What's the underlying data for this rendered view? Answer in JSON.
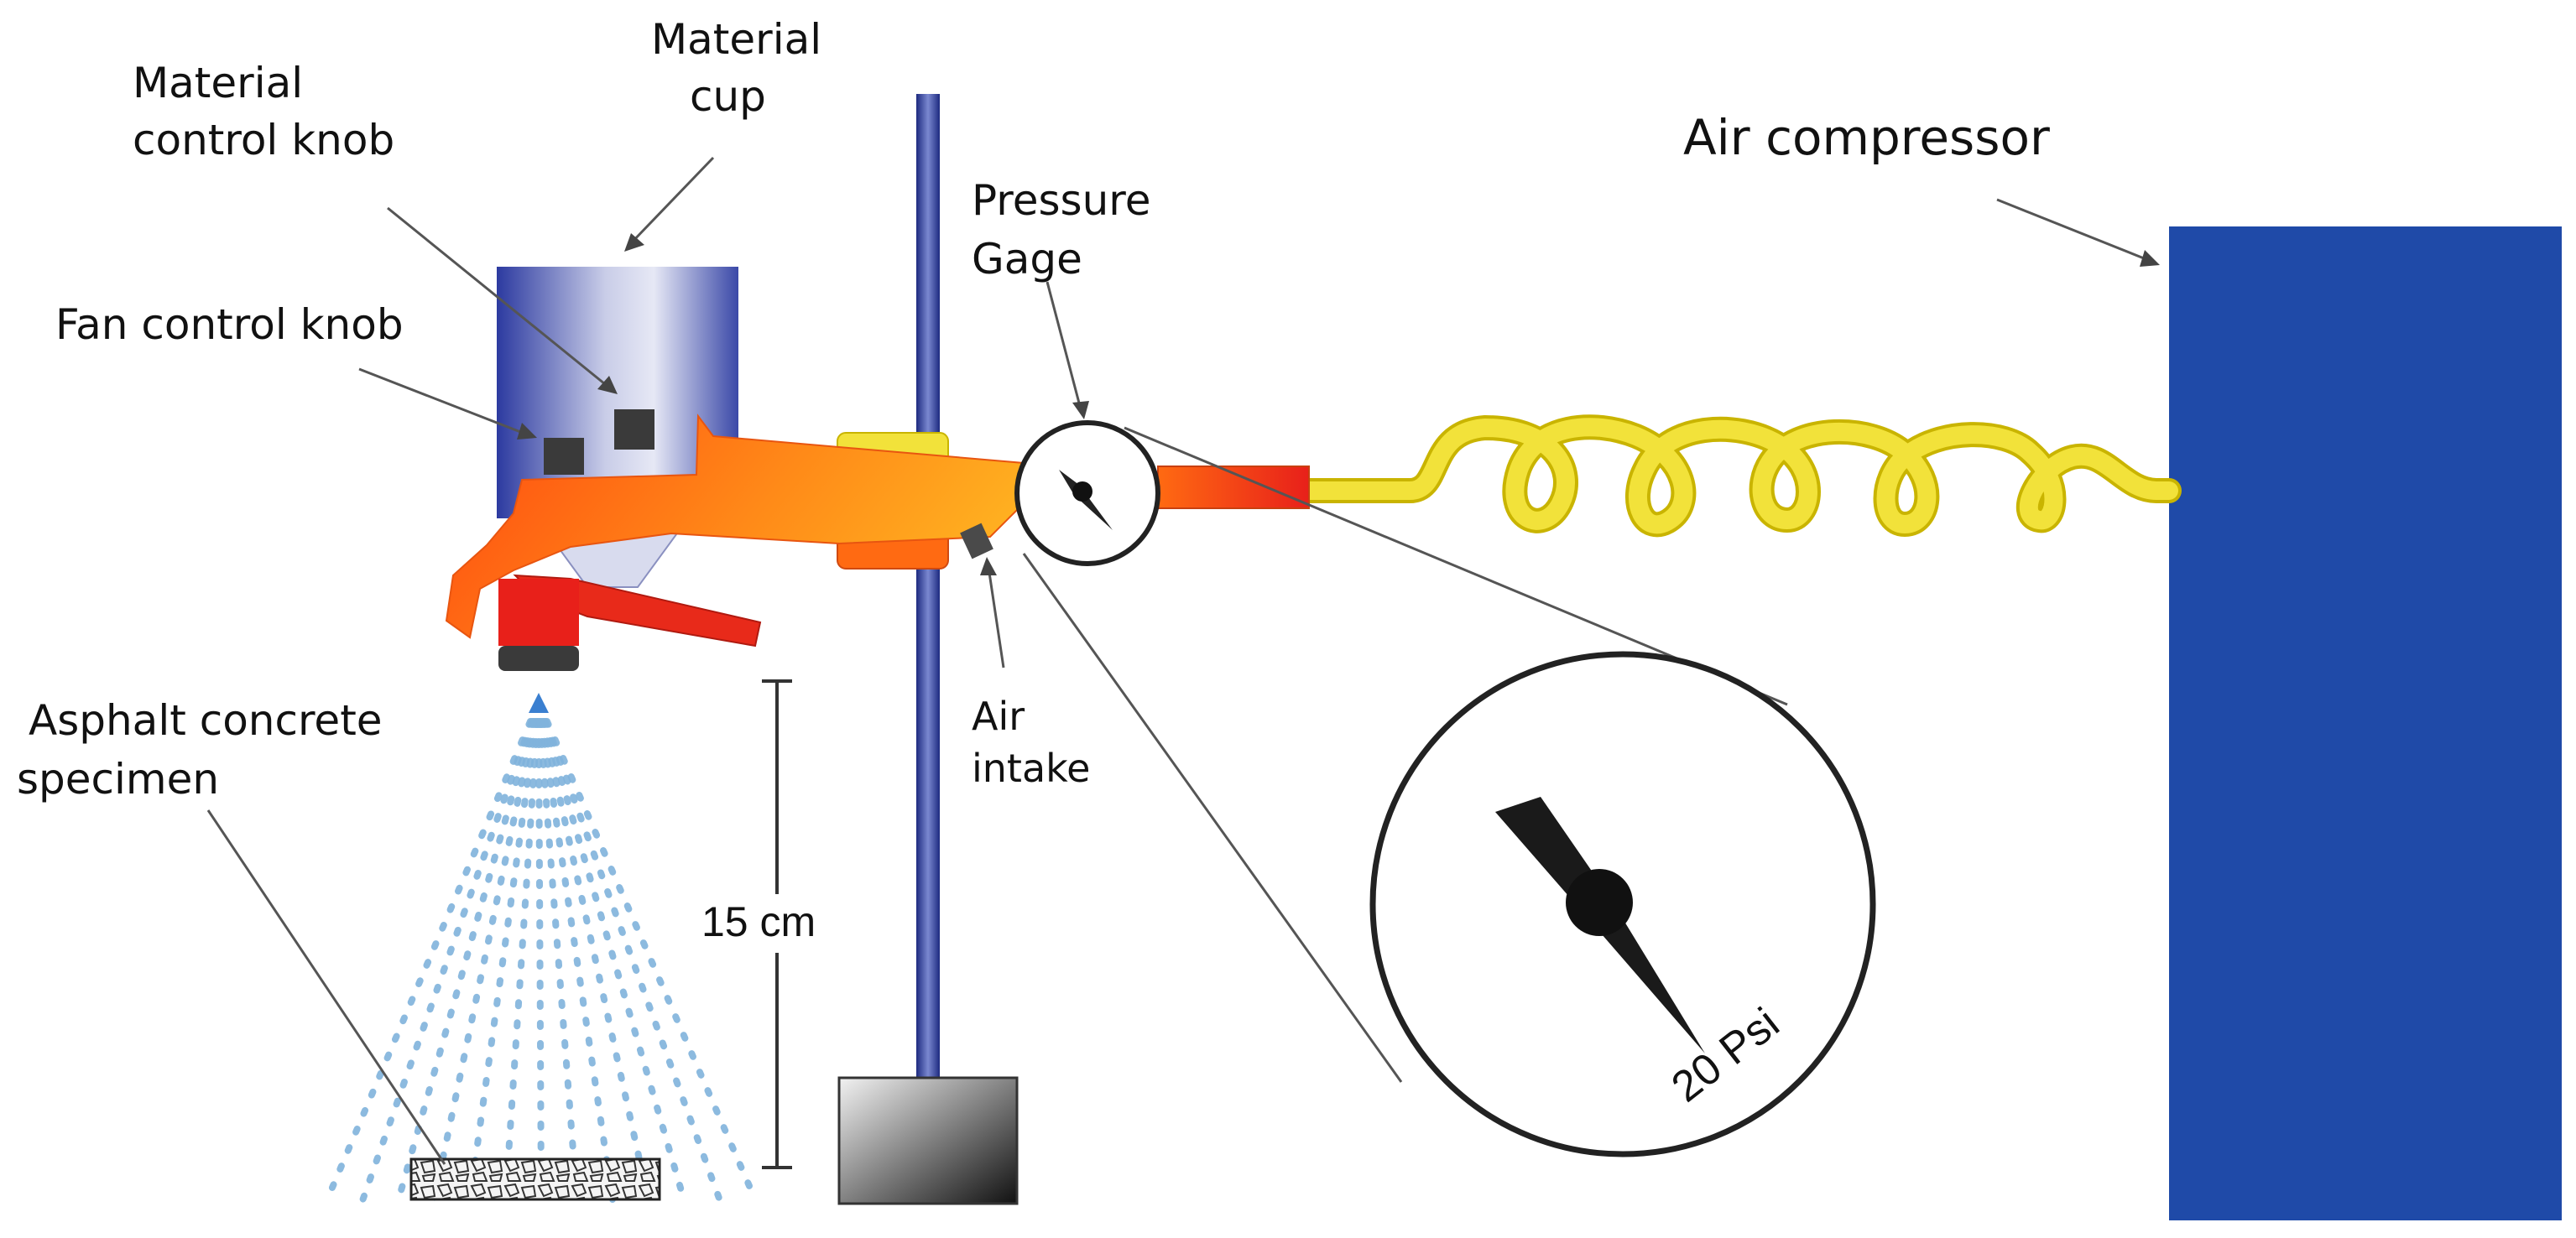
{
  "labels": {
    "material_cup": [
      "Material",
      "cup"
    ],
    "material_control_knob": [
      "Material",
      "control knob"
    ],
    "fan_control_knob": "Fan control knob",
    "pressure_gage": [
      "Pressure",
      "Gage"
    ],
    "air_compressor": "Air compressor",
    "air_intake": [
      "Air",
      "intake"
    ],
    "asphalt_specimen": [
      "Asphalt concrete",
      "specimen"
    ],
    "distance": "15 cm",
    "gauge_reading": "20 Psi"
  },
  "colors": {
    "compressor": "#1f4aa8",
    "cup": "#3344aa",
    "gun": "#ff6a12",
    "hose": "#f2e23a",
    "spray": "#7fb2dc",
    "stand": "#3a4aa8"
  }
}
